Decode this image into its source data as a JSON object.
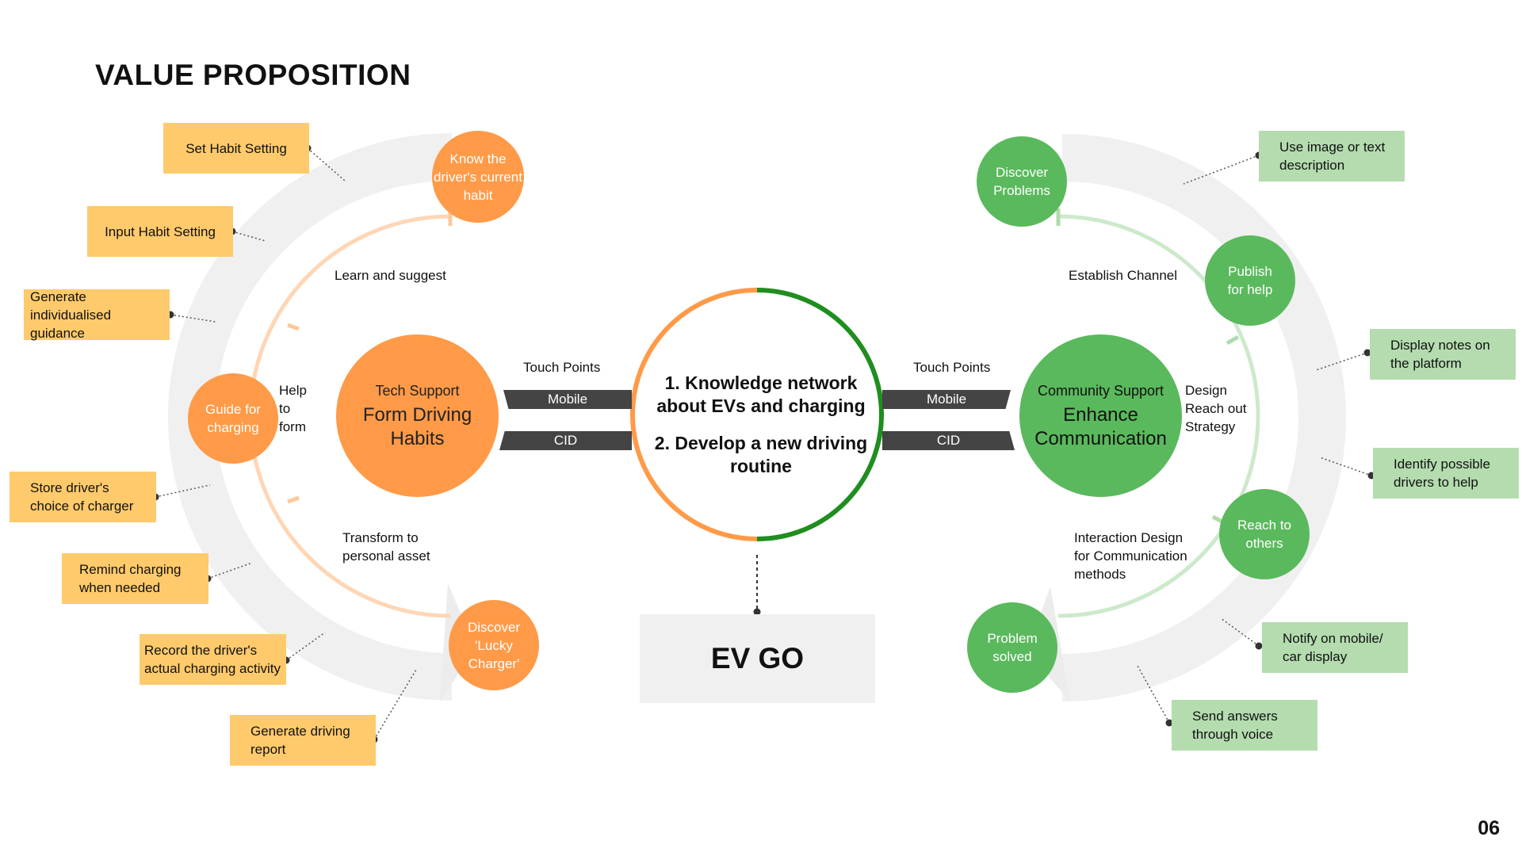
{
  "title": "VALUE PROPOSITION",
  "page_number": "06",
  "center": {
    "line1": "1. Knowledge network about EVs and charging",
    "line2": "2. Develop a new driving routine"
  },
  "brand": "EV GO",
  "left": {
    "hub": {
      "sub": "Tech Support",
      "main": "Form Driving Habits"
    },
    "nodes": {
      "know": "Know the driver's current habit",
      "guide": "Guide for charging",
      "discover": "Discover 'Lucky Charger'"
    },
    "labels": {
      "learn": "Learn and suggest",
      "help": "Help to form",
      "transform": "Transform to personal asset"
    },
    "touch": "Touch Points",
    "mobile": "Mobile",
    "cid": "CID",
    "notes": [
      "Set Habit Setting",
      "Input Habit Setting",
      "Generate individualised guidance",
      "Store driver's choice of charger",
      "Remind charging when needed",
      "Record the driver's actual charging activity",
      "Generate driving report"
    ]
  },
  "right": {
    "hub": {
      "sub": "Community Support",
      "main": "Enhance Communication"
    },
    "nodes": {
      "discover": "Discover Problems",
      "publish": "Publish for help",
      "reach": "Reach to others",
      "solved": "Problem solved"
    },
    "labels": {
      "establish": "Establish Channel",
      "design": "Design Reach out Strategy",
      "interaction": "Interaction Design for Communication methods"
    },
    "touch": "Touch Points",
    "mobile": "Mobile",
    "cid": "CID",
    "notes": [
      "Use image or text description",
      "Display notes on the platform",
      "Identify possible drivers to help",
      "Notify on mobile/ car display",
      "Send answers through voice"
    ]
  },
  "colors": {
    "orange": "#ff9a48",
    "green": "#5ab95d",
    "note_orange": "#ffca6b",
    "note_green": "#b4dcaf",
    "band": "#444444",
    "ring": "#f0f0f0"
  }
}
